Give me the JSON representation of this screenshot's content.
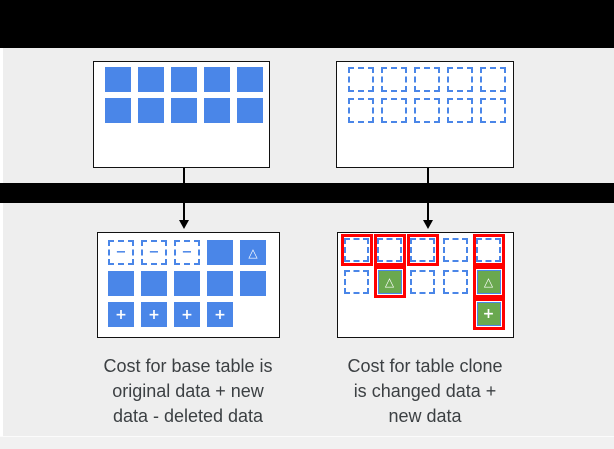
{
  "boxes": {
    "base_table_original": {
      "rows": [
        [
          "data",
          "data",
          "data",
          "data",
          "data"
        ],
        [
          "data",
          "data",
          "data",
          "data",
          "data"
        ]
      ]
    },
    "table_clone_initial": {
      "rows": [
        [
          "empty_dashed",
          "empty_dashed",
          "empty_dashed",
          "empty_dashed",
          "empty_dashed"
        ],
        [
          "empty_dashed",
          "empty_dashed",
          "empty_dashed",
          "empty_dashed",
          "empty_dashed"
        ]
      ]
    },
    "base_table_after": {
      "rows": [
        [
          "empty_minus",
          "empty_minus",
          "empty_minus",
          "data",
          "data_triangle"
        ],
        [
          "data",
          "data",
          "data",
          "data",
          "data"
        ],
        [
          "data_plus",
          "data_plus",
          "data_plus",
          "data_plus",
          "none"
        ]
      ]
    },
    "table_clone_after": {
      "rows": [
        [
          "dashed_red",
          "dashed_red",
          "dashed_red",
          "empty_dashed",
          "dashed_red"
        ],
        [
          "empty_dashed",
          "green_triangle_red",
          "empty_dashed",
          "empty_dashed",
          "green_triangle_red"
        ],
        [
          "none",
          "none",
          "none",
          "none",
          "green_plus_red"
        ]
      ]
    }
  },
  "captions": {
    "base_table": {
      "lines": [
        "Cost for base table is",
        "original data + new",
        "data - deleted data"
      ]
    },
    "table_clone": {
      "lines": [
        "Cost for table clone",
        "is changed data +",
        "new data"
      ]
    }
  },
  "glyphs": {
    "minus": "−",
    "plus": "+",
    "triangle": "△"
  },
  "colors": {
    "data_blue": "#4a86e8",
    "changed_green": "#6aa84f",
    "highlight_red": "#ff0000",
    "background_gray": "#eeeeee",
    "bar_black": "#000000",
    "text_gray": "#3c4043"
  }
}
